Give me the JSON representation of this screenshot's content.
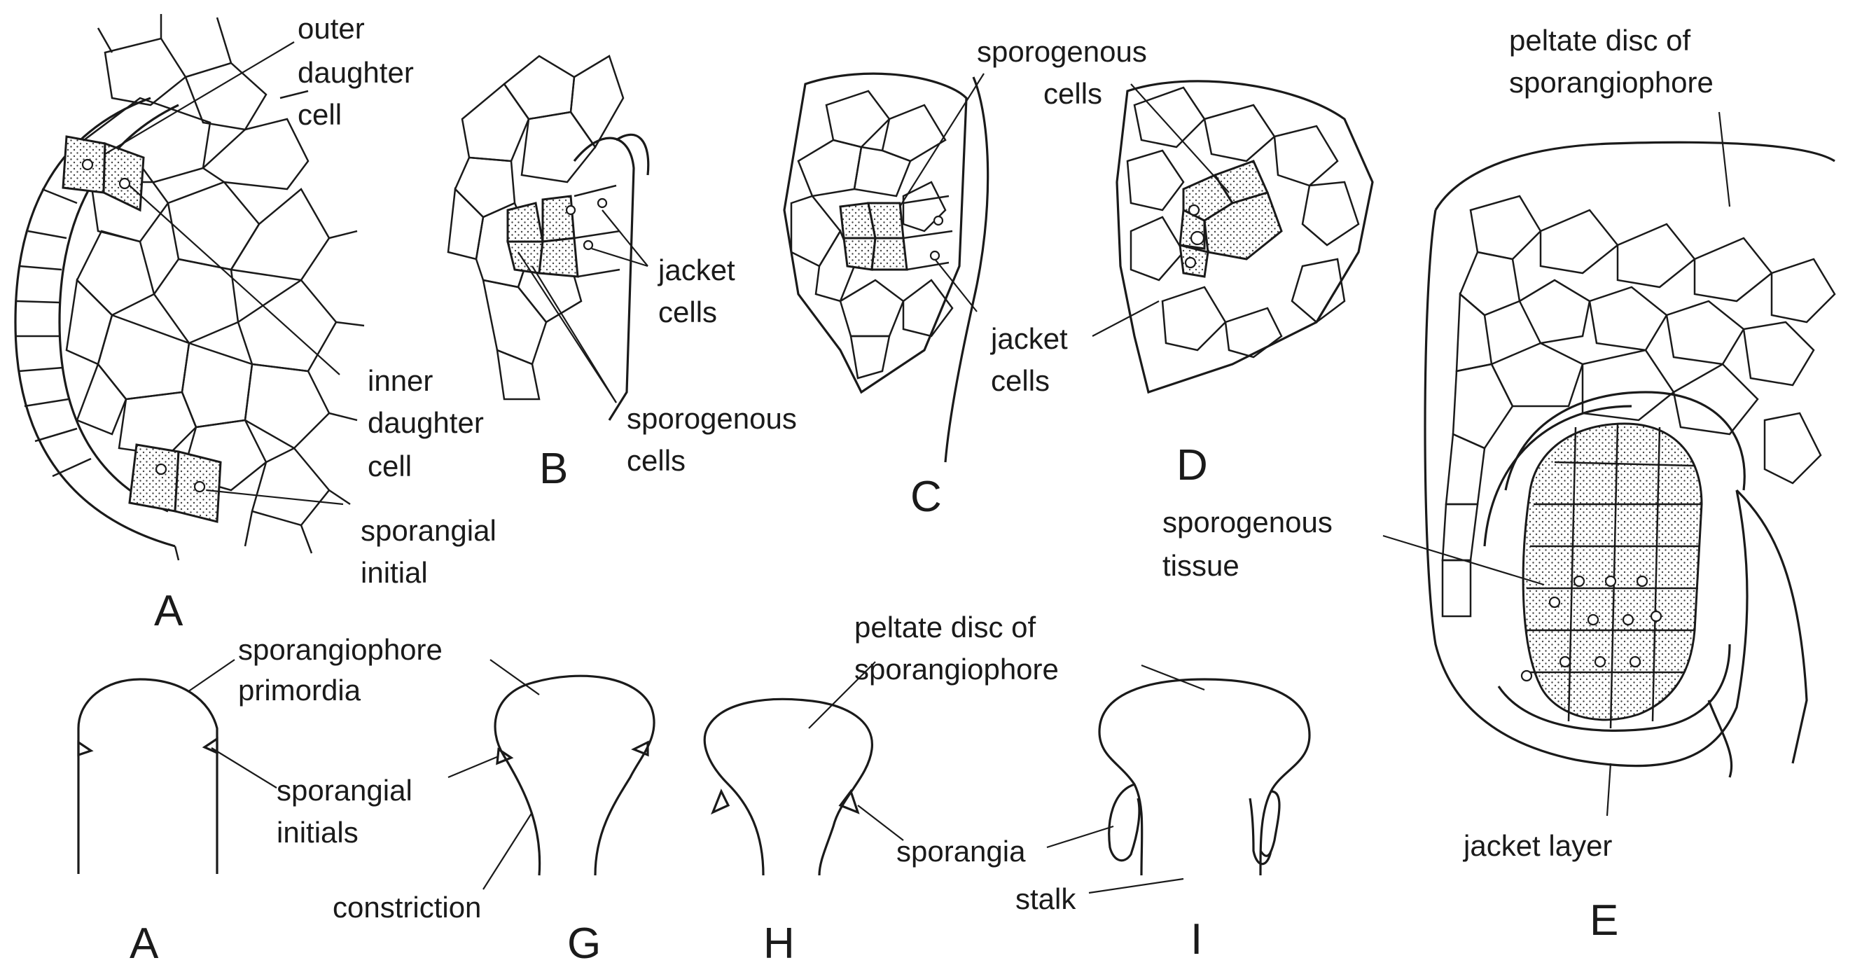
{
  "panels": {
    "a_top": "A",
    "b": "B",
    "c": "C",
    "d": "D",
    "e": "E",
    "a_bottom": "A",
    "g": "G",
    "h": "H",
    "i": "I"
  },
  "labels": {
    "a_outer_1": "outer",
    "a_outer_2": "daughter",
    "a_outer_3": "cell",
    "a_inner_1": "inner",
    "a_inner_2": "daughter",
    "a_inner_3": "cell",
    "a_spor_init_1": "sporangial",
    "a_spor_init_2": "initial",
    "b_jacket_1": "jacket",
    "b_jacket_2": "cells",
    "b_sporog_1": "sporogenous",
    "b_sporog_2": "cells",
    "cd_sporog_1": "sporogenous",
    "cd_sporog_2": "cells",
    "cd_jacket_1": "jacket",
    "cd_jacket_2": "cells",
    "e_disc_1": "peltate disc of",
    "e_disc_2": "sporangiophore",
    "e_sporog_1": "sporogenous",
    "e_sporog_2": "tissue",
    "e_jacket": "jacket layer",
    "bot_primordia_1": "sporangiophore",
    "bot_primordia_2": "primordia",
    "bot_initials_1": "sporangial",
    "bot_initials_2": "initials",
    "bot_constriction": "constriction",
    "h_disc_1": "peltate disc of",
    "h_disc_2": "sporangiophore",
    "i_sporangia": "sporangia",
    "i_stalk": "stalk"
  }
}
